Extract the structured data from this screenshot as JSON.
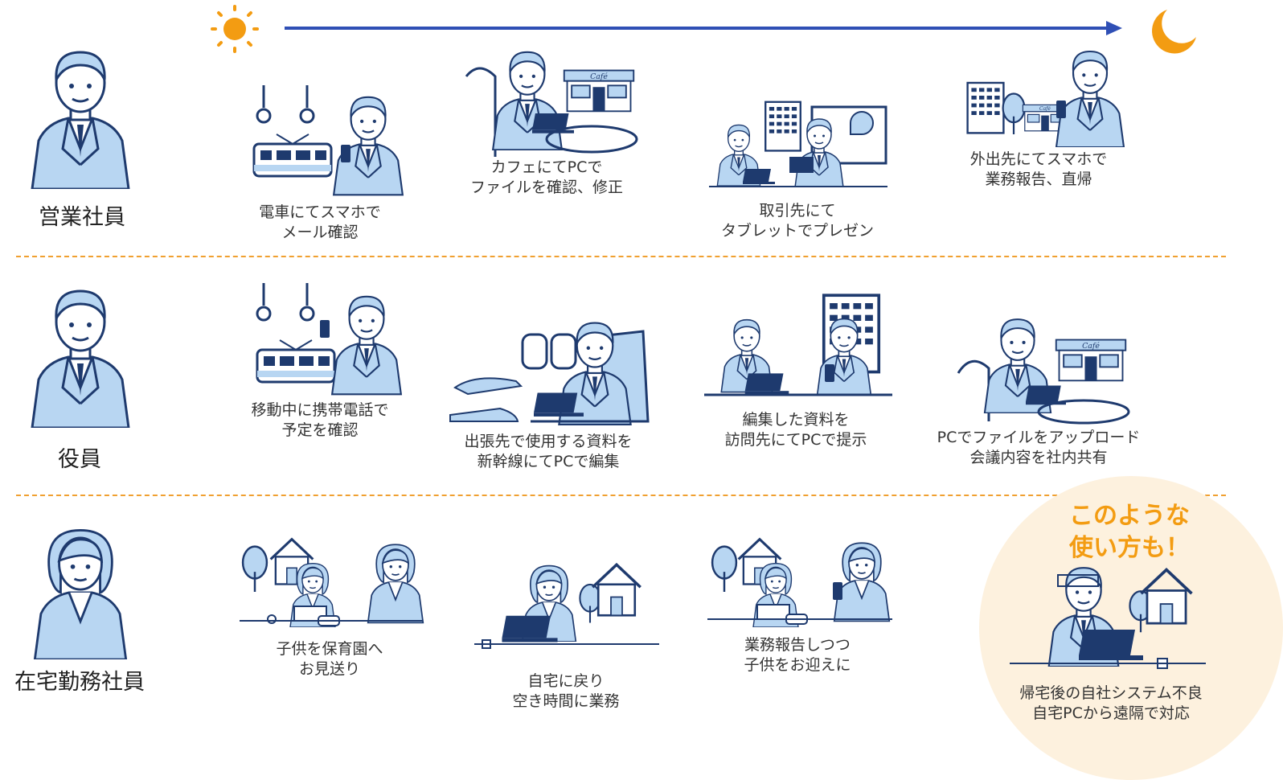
{
  "timeline": {
    "start_icon": "sun-icon",
    "end_icon": "moon-icon",
    "arrow_color": "#2f4fb5",
    "sun_color": "#f39c12",
    "moon_color": "#f39c12"
  },
  "colors": {
    "divider": "#f0a030",
    "navy": "#1e3a6e",
    "light_blue": "#b8d6f2",
    "callout_bg": "#fdf1de",
    "callout_title": "#f39c12"
  },
  "roles": [
    {
      "label": "営業社員",
      "scenes": [
        {
          "line1": "電車にてスマホで",
          "line2": "メール確認",
          "icon": "train-commute-icon"
        },
        {
          "line1": "カフェにてPCで",
          "line2": "ファイルを確認、修正",
          "icon": "cafe-laptop-icon"
        },
        {
          "line1": "取引先にて",
          "line2": "タブレットでプレゼン",
          "icon": "client-presentation-icon"
        },
        {
          "line1": "外出先にてスマホで",
          "line2": "業務報告、直帰",
          "icon": "outside-smartphone-icon"
        }
      ]
    },
    {
      "label": "役員",
      "scenes": [
        {
          "line1": "移動中に携帯電話で",
          "line2": "予定を確認",
          "icon": "train-phone-icon"
        },
        {
          "line1": "出張先で使用する資料を",
          "line2": "新幹線にてPCで編集",
          "icon": "bullet-train-laptop-icon"
        },
        {
          "line1": "編集した資料を",
          "line2": "訪問先にてPCで提示",
          "icon": "client-visit-laptop-icon"
        },
        {
          "line1": "PCでファイルをアップロード",
          "line2": "会議内容を社内共有",
          "icon": "cafe-upload-icon"
        }
      ]
    },
    {
      "label": "在宅勤務社員",
      "scenes": [
        {
          "line1": "子供を保育園へ",
          "line2": "お見送り",
          "icon": "child-dropoff-icon"
        },
        {
          "line1": "自宅に戻り",
          "line2": "空き時間に業務",
          "icon": "home-laptop-icon"
        },
        {
          "line1": "業務報告しつつ",
          "line2": "子供をお迎えに",
          "icon": "child-pickup-phone-icon"
        }
      ]
    }
  ],
  "callout": {
    "title_line1": "このような",
    "title_line2": "使い方も！",
    "caption_line1": "帰宅後の自社システム不良",
    "caption_line2": "自宅PCから遠隔で対応",
    "icon": "home-remote-support-icon"
  }
}
